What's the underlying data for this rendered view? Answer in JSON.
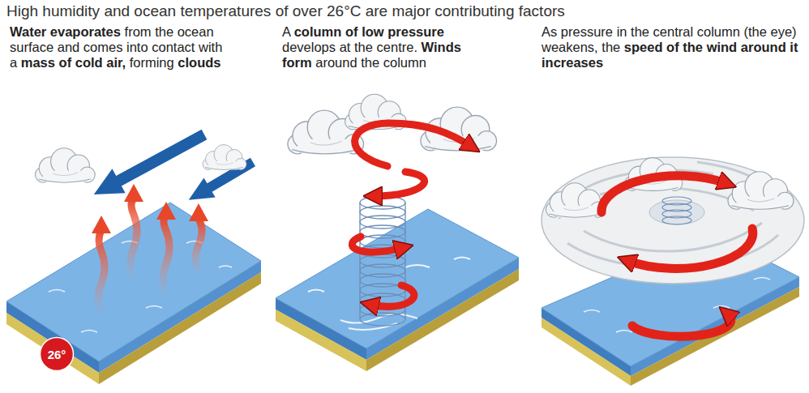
{
  "diagram": {
    "title": "High humidity and ocean temperatures of over 26°C are major contributing factors",
    "nodes": [
      {
        "text": [
          "26°"
        ]
      }
    ],
    "labels": [
      "Water evaporates from the ocean surface and comes into contact with a mass of cold air, forming clouds",
      "A column of low pressure develops at the centre. Winds form around the column",
      "As pressure in the central column (the eye) weakens, the speed of the wind around it increases"
    ]
  }
}
